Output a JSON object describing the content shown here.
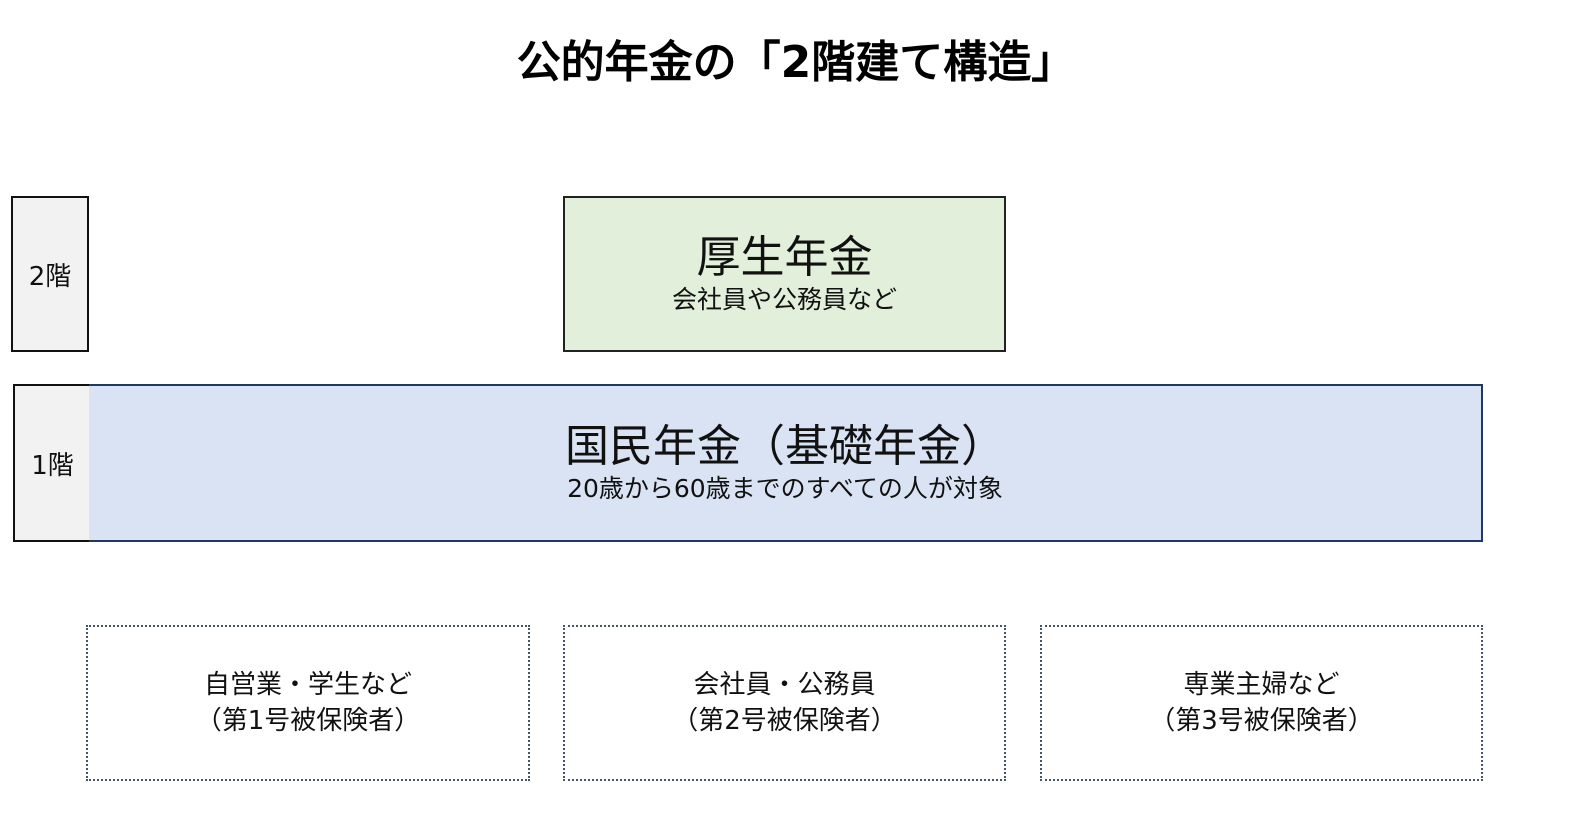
{
  "title": "公的年金の「2階建て構造」",
  "floors": {
    "second": "2階",
    "first": "1階"
  },
  "kosei": {
    "name": "厚生年金",
    "desc": "会社員や公務員など"
  },
  "kokumin": {
    "name": "国民年金（基礎年金）",
    "desc": "20歳から60歳までのすべての人が対象"
  },
  "insured": [
    {
      "line1": "自営業・学生など",
      "line2": "（第1号被保険者）"
    },
    {
      "line1": "会社員・公務員",
      "line2": "（第2号被保険者）"
    },
    {
      "line1": "専業主婦など",
      "line2": "（第3号被保険者）"
    }
  ]
}
